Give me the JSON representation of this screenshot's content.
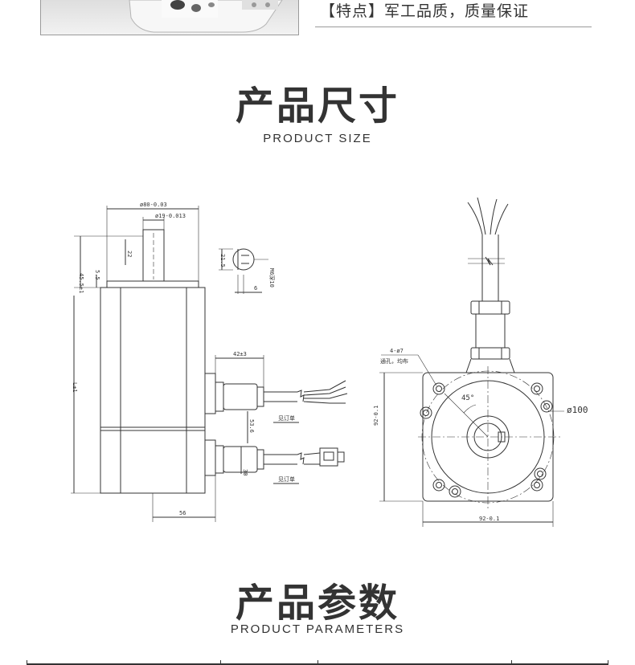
{
  "header": {
    "feature_text": "【特点】军工品质，质量保证"
  },
  "size_section": {
    "title": "产品尺寸",
    "subtitle": "PRODUCT SIZE"
  },
  "params_section": {
    "title": "产品参数",
    "subtitle": "PRODUCT PARAMETERS"
  },
  "drawing_labels": {
    "d_flange": "ø80-0.03",
    "d_shaft": "ø19-0.013",
    "shaft_ext": "45.5±1",
    "key_len": "22",
    "step": "5.5",
    "body_len": "L±1",
    "conn_len": "42±3",
    "conn_gap": "53.6",
    "conn_h": "30",
    "base_w": "56",
    "cable1": "见订单",
    "cable2": "见订单",
    "key_h": "21.5",
    "thread": "M6深10",
    "key_w": "6",
    "holes": "4-ø7",
    "holes_note": "通孔，均布",
    "angle": "45°",
    "circle": "ø100",
    "side_h": "92-0.1",
    "side_w": "92-0.1"
  }
}
